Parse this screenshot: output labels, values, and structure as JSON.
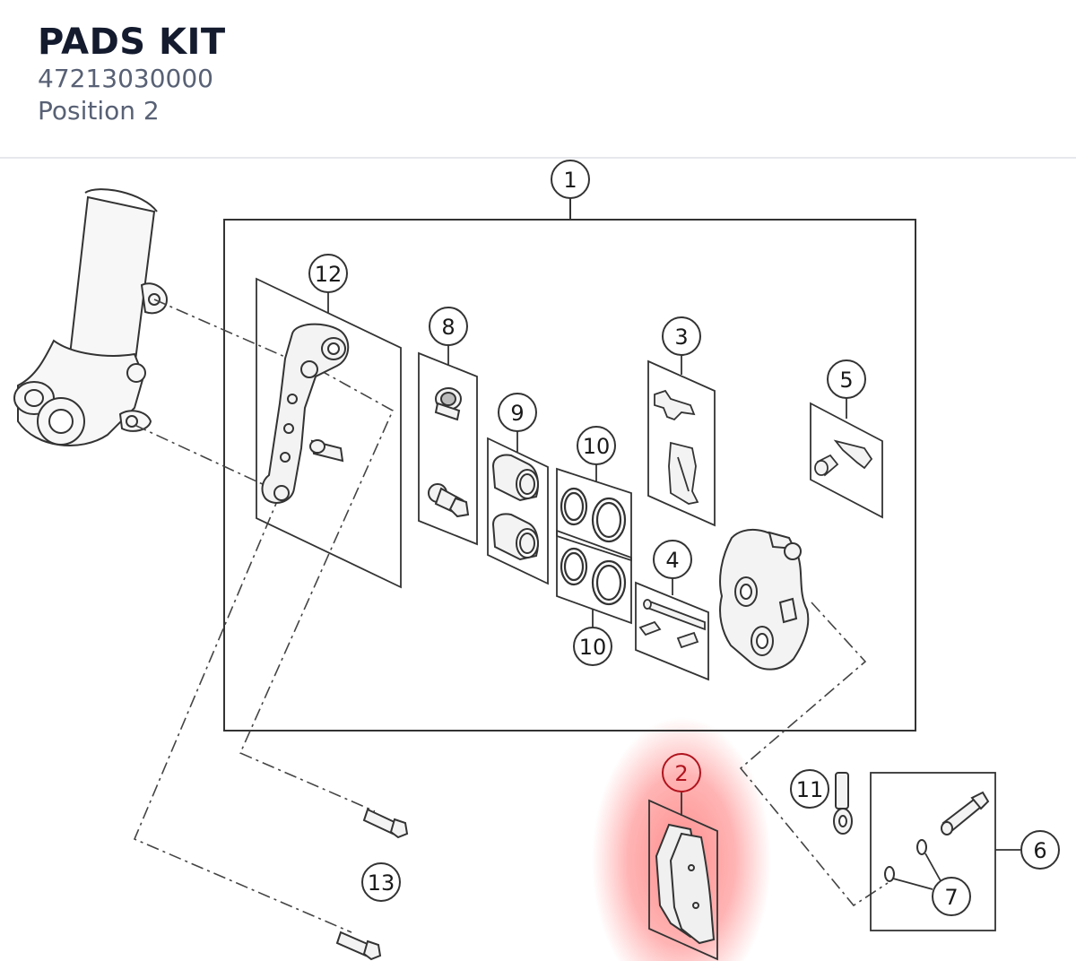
{
  "header": {
    "title": "PADS KIT",
    "part_number": "47213030000",
    "position": "Position 2"
  },
  "callouts": [
    {
      "id": "1",
      "label": "1"
    },
    {
      "id": "12",
      "label": "12"
    },
    {
      "id": "8",
      "label": "8"
    },
    {
      "id": "9",
      "label": "9"
    },
    {
      "id": "10a",
      "label": "10"
    },
    {
      "id": "10b",
      "label": "10"
    },
    {
      "id": "3",
      "label": "3"
    },
    {
      "id": "5",
      "label": "5"
    },
    {
      "id": "4",
      "label": "4"
    },
    {
      "id": "2",
      "label": "2"
    },
    {
      "id": "11",
      "label": "11"
    },
    {
      "id": "6",
      "label": "6"
    },
    {
      "id": "7",
      "label": "7"
    },
    {
      "id": "13",
      "label": "13"
    }
  ],
  "highlight": {
    "callout": "2",
    "color": "#ff3b3b"
  },
  "colors": {
    "line": "#333333",
    "stroke_light": "#555555",
    "part_fill": "#f2f2f2"
  }
}
